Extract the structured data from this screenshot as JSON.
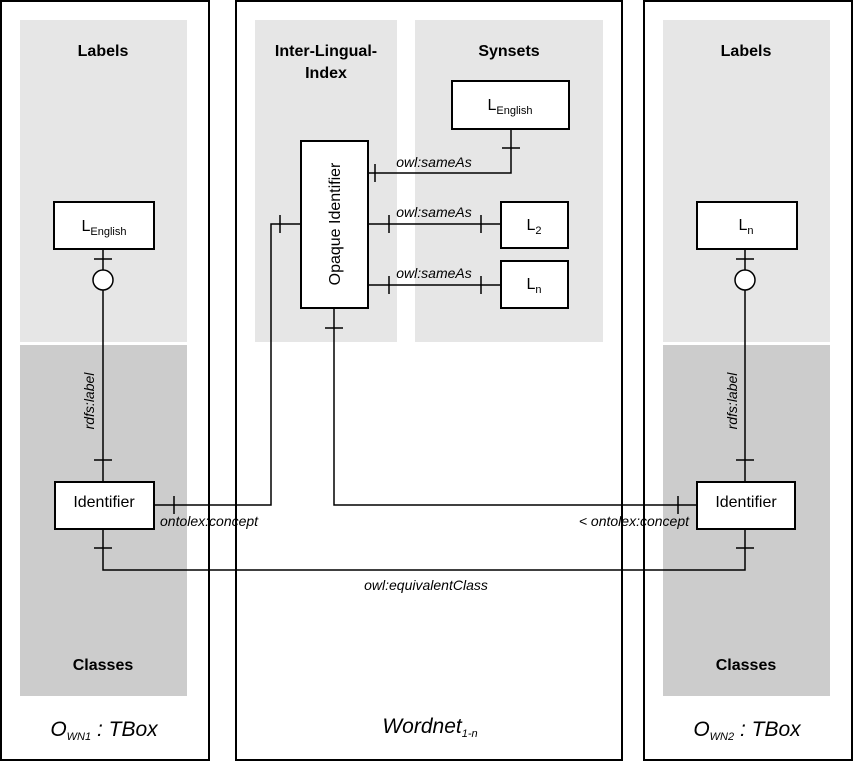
{
  "left_panel": {
    "labels_header": "Labels",
    "classes_header": "Classes",
    "label_box": {
      "main": "L",
      "sub": "English"
    },
    "identifier": "Identifier",
    "edge_label": "rdfs:label",
    "title": {
      "main": "O",
      "sub": "WN1",
      "rest": " : TBox"
    }
  },
  "center_panel": {
    "ili_header_line1": "Inter-Lingual-",
    "ili_header_line2": "Index",
    "synsets_header": "Synsets",
    "opaque_identifier": "Opaque Identifier",
    "synsets": [
      {
        "main": "L",
        "sub": "English"
      },
      {
        "main": "L",
        "sub": "2"
      },
      {
        "main": "L",
        "sub": "n"
      }
    ],
    "same_as_labels": [
      "owl:sameAs",
      "owl:sameAs",
      "owl:sameAs"
    ],
    "title": {
      "main": "Wordnet",
      "sub": "1-n"
    }
  },
  "right_panel": {
    "labels_header": "Labels",
    "classes_header": "Classes",
    "label_box": {
      "main": "L",
      "sub": "n"
    },
    "identifier": "Identifier",
    "edge_label": "rdfs:label",
    "title": {
      "main": "O",
      "sub": "WN2",
      "rest": " : TBox"
    }
  },
  "edges": {
    "concept_left": "ontolex:concept",
    "concept_right": "< ontolex:concept",
    "equivalent_class": "owl:equivalentClass"
  }
}
